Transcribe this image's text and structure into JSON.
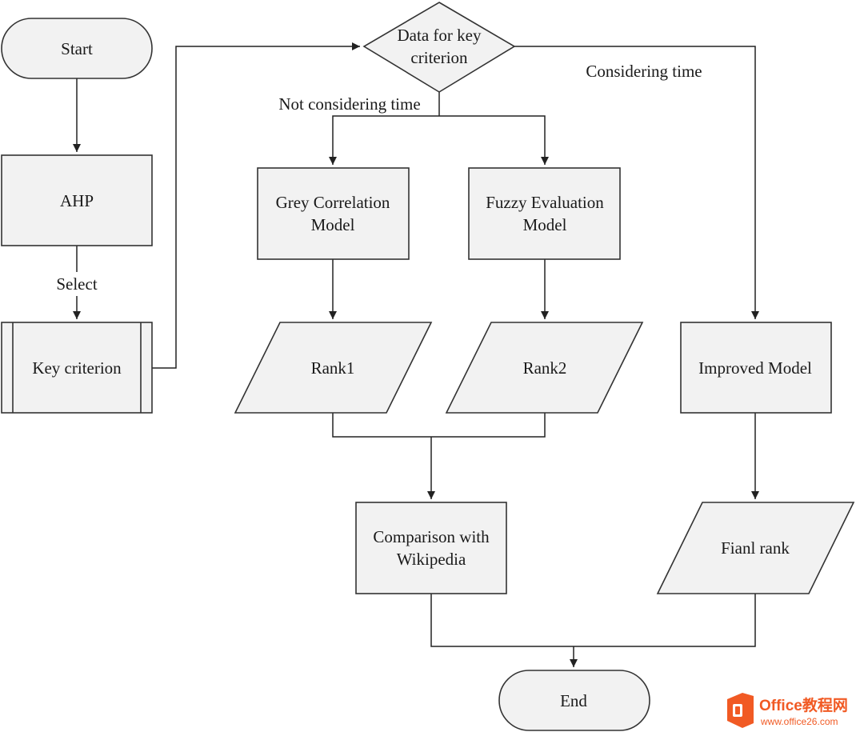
{
  "nodes": {
    "start": "Start",
    "ahp": "AHP",
    "key_criterion": "Key criterion",
    "decision": [
      "Data for key",
      "criterion"
    ],
    "grey_model": [
      "Grey Correlation",
      "Model"
    ],
    "fuzzy_model": [
      "Fuzzy Evaluation",
      "Model"
    ],
    "rank1": "Rank1",
    "rank2": "Rank2",
    "improved_model": "Improved Model",
    "comparison": [
      "Comparison with",
      "Wikipedia"
    ],
    "final_rank": "Fianl rank",
    "end": "End"
  },
  "edge_labels": {
    "select": "Select",
    "not_considering_time": "Not considering time",
    "considering_time": "Considering time"
  },
  "watermark": {
    "brand": "Office教程网",
    "url": "www.office26.com"
  },
  "colors": {
    "node_fill": "#f2f2f2",
    "node_stroke": "#333333",
    "edge": "#222222",
    "logo_orange": "#f15a24"
  }
}
